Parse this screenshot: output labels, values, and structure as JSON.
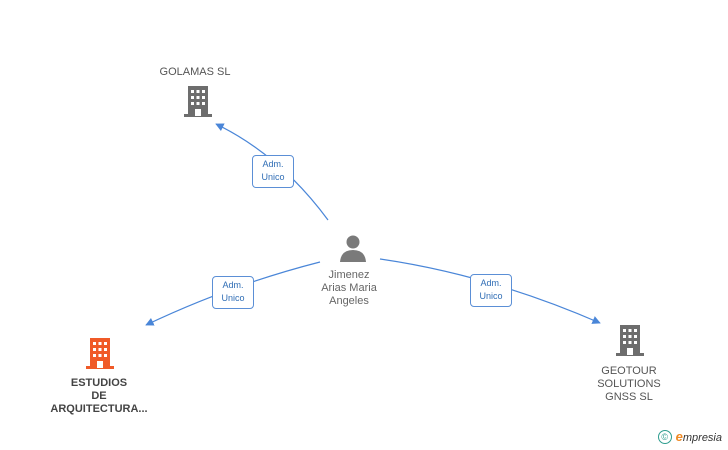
{
  "nodes": {
    "golamas": {
      "name": "GOLAMAS SL",
      "icon": "building-icon",
      "color": "#6d6d6d"
    },
    "person": {
      "line1": "Jimenez",
      "line2": "Arias Maria",
      "line3": "Angeles",
      "icon": "person-icon",
      "color": "#7a7a7a"
    },
    "estudios": {
      "line1": "ESTUDIOS",
      "line2": "DE",
      "line3": "ARQUITECTURA...",
      "icon": "building-icon",
      "color": "#f05a28"
    },
    "geotour": {
      "line1": "GEOTOUR",
      "line2": "SOLUTIONS",
      "line3": "GNSS SL",
      "icon": "building-icon",
      "color": "#6d6d6d"
    }
  },
  "edges": [
    {
      "line1": "Adm.",
      "line2": "Unico"
    },
    {
      "line1": "Adm.",
      "line2": "Unico"
    },
    {
      "line1": "Adm.",
      "line2": "Unico"
    }
  ],
  "colors": {
    "edge": "#4a86d8"
  },
  "footer": {
    "copyright_symbol": "©",
    "brand_initial": "e",
    "brand_rest": "mpresia"
  }
}
